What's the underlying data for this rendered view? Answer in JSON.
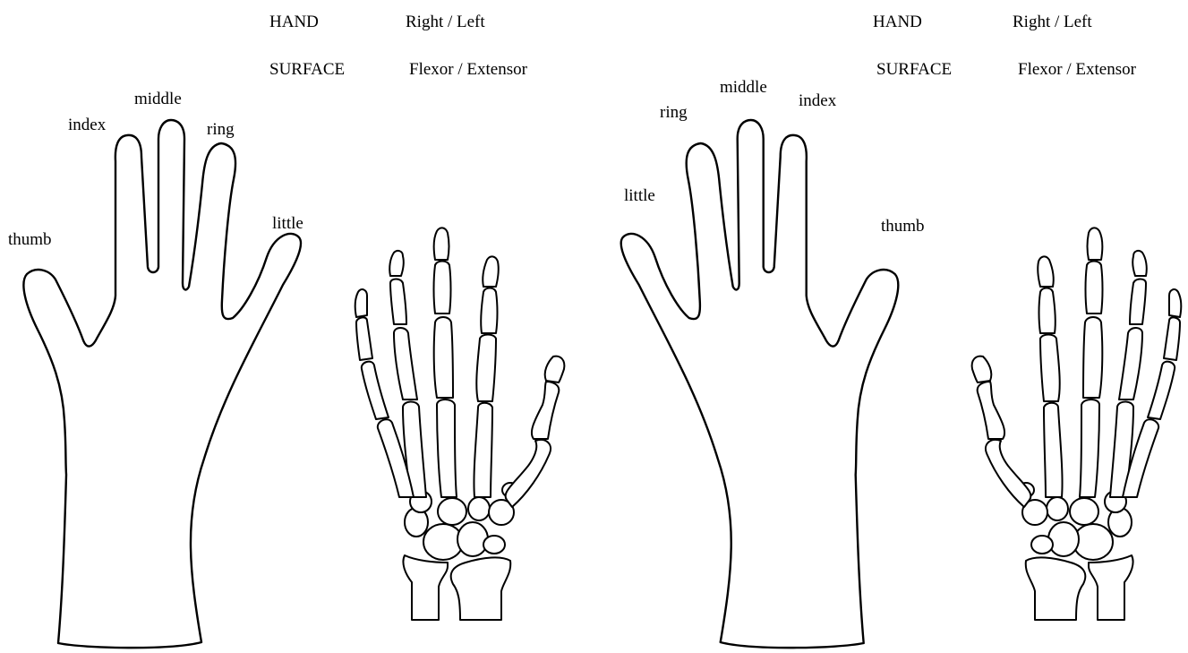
{
  "panels": [
    {
      "header": {
        "hand_label": "HAND",
        "hand_options": "Right / Left",
        "surface_label": "SURFACE",
        "surface_options": "Flexor  / Extensor"
      },
      "fingers": {
        "thumb": "thumb",
        "index": "index",
        "middle": "middle",
        "ring": "ring",
        "little": "little"
      }
    },
    {
      "header": {
        "hand_label": "HAND",
        "hand_options": "Right / Left",
        "surface_label": "SURFACE",
        "surface_options": "Flexor  / Extensor"
      },
      "fingers": {
        "thumb": "thumb",
        "index": "index",
        "middle": "middle",
        "ring": "ring",
        "little": "little"
      }
    }
  ],
  "colors": {
    "line": "#000000",
    "background": "#ffffff"
  }
}
